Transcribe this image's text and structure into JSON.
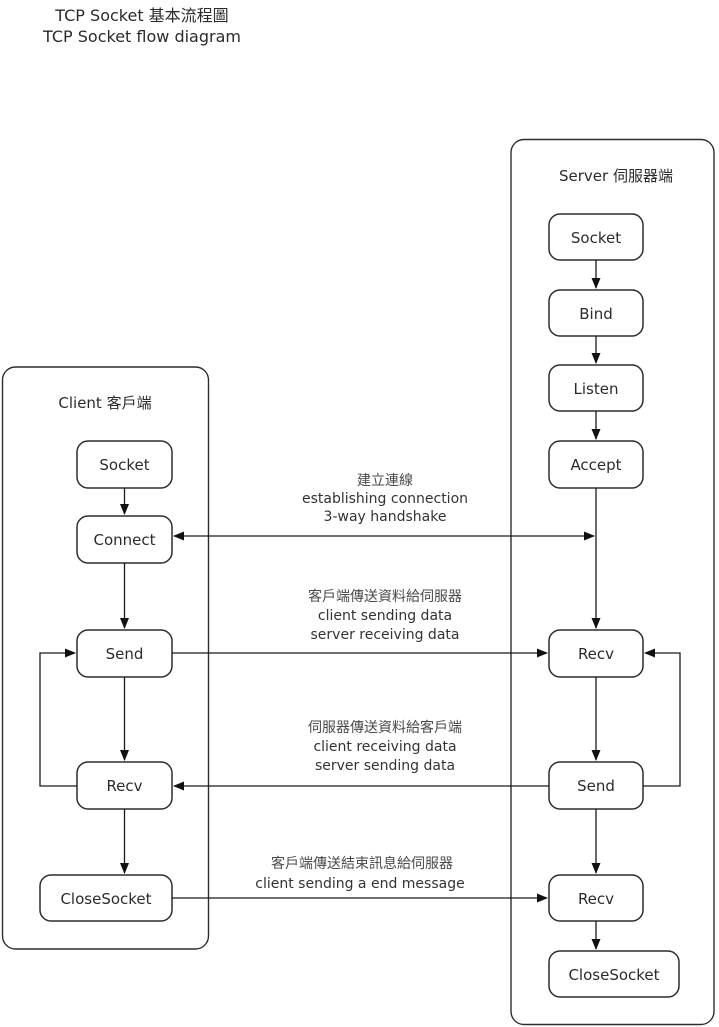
{
  "title": {
    "line1": "TCP Socket 基本流程圖",
    "line2": "TCP Socket flow diagram"
  },
  "client": {
    "title": "Client 客戶端",
    "nodes": {
      "socket": "Socket",
      "connect": "Connect",
      "send": "Send",
      "recv": "Recv",
      "close": "CloseSocket"
    }
  },
  "server": {
    "title": "Server 伺服器端",
    "nodes": {
      "socket": "Socket",
      "bind": "Bind",
      "listen": "Listen",
      "accept": "Accept",
      "recv1": "Recv",
      "send": "Send",
      "recv2": "Recv",
      "close": "CloseSocket"
    }
  },
  "annotations": {
    "handshake": {
      "line1": "建立連線",
      "line2": "establishing connection",
      "line3": "3-way handshake"
    },
    "client_to_server": {
      "line1": "客戶端傳送資料給伺服器",
      "line2": "client sending data",
      "line3": "server receiving data"
    },
    "server_to_client": {
      "line1": "伺服器傳送資料給客戶端",
      "line2": "client receiving data",
      "line3": "server sending data"
    },
    "end_message": {
      "line1": "客戶端傳送結束訊息給伺服器",
      "line2": "client sending a end message"
    }
  },
  "colors": {
    "stroke": "#2d2d2d",
    "text": "#2b2b2b",
    "background": "#ffffff"
  }
}
